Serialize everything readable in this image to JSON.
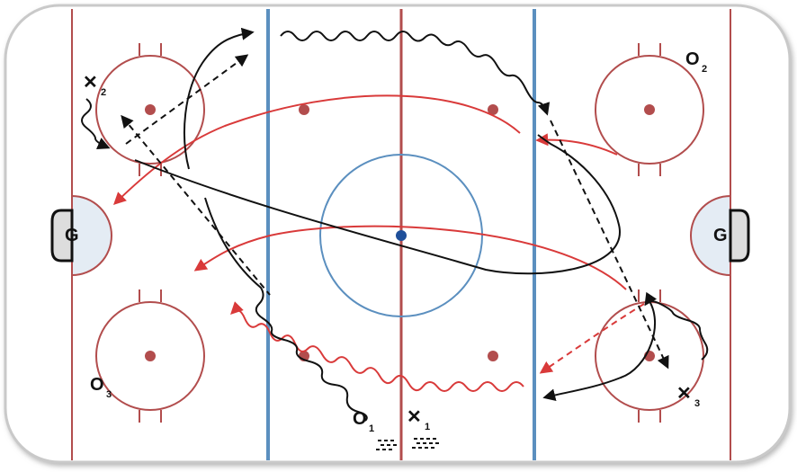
{
  "goalies": {
    "left": "G",
    "right": "G"
  },
  "players": {
    "o1": {
      "mark": "O",
      "num": "1"
    },
    "o2": {
      "mark": "O",
      "num": "2"
    },
    "o3": {
      "mark": "O",
      "num": "3"
    },
    "x1": {
      "mark": "✕",
      "num": "1"
    },
    "x2": {
      "mark": "✕",
      "num": "2"
    },
    "x3": {
      "mark": "✕",
      "num": "3"
    }
  },
  "colors": {
    "board": "#c9c9c9",
    "ice": "#ffffff",
    "red_line": "#b24d4d",
    "blue_line": "#5b8fbf",
    "crease_fill": "#e4ecf4",
    "drill_black": "#111111",
    "drill_red": "#d93a3a"
  },
  "icons": {
    "pucks": "puck-icon"
  }
}
